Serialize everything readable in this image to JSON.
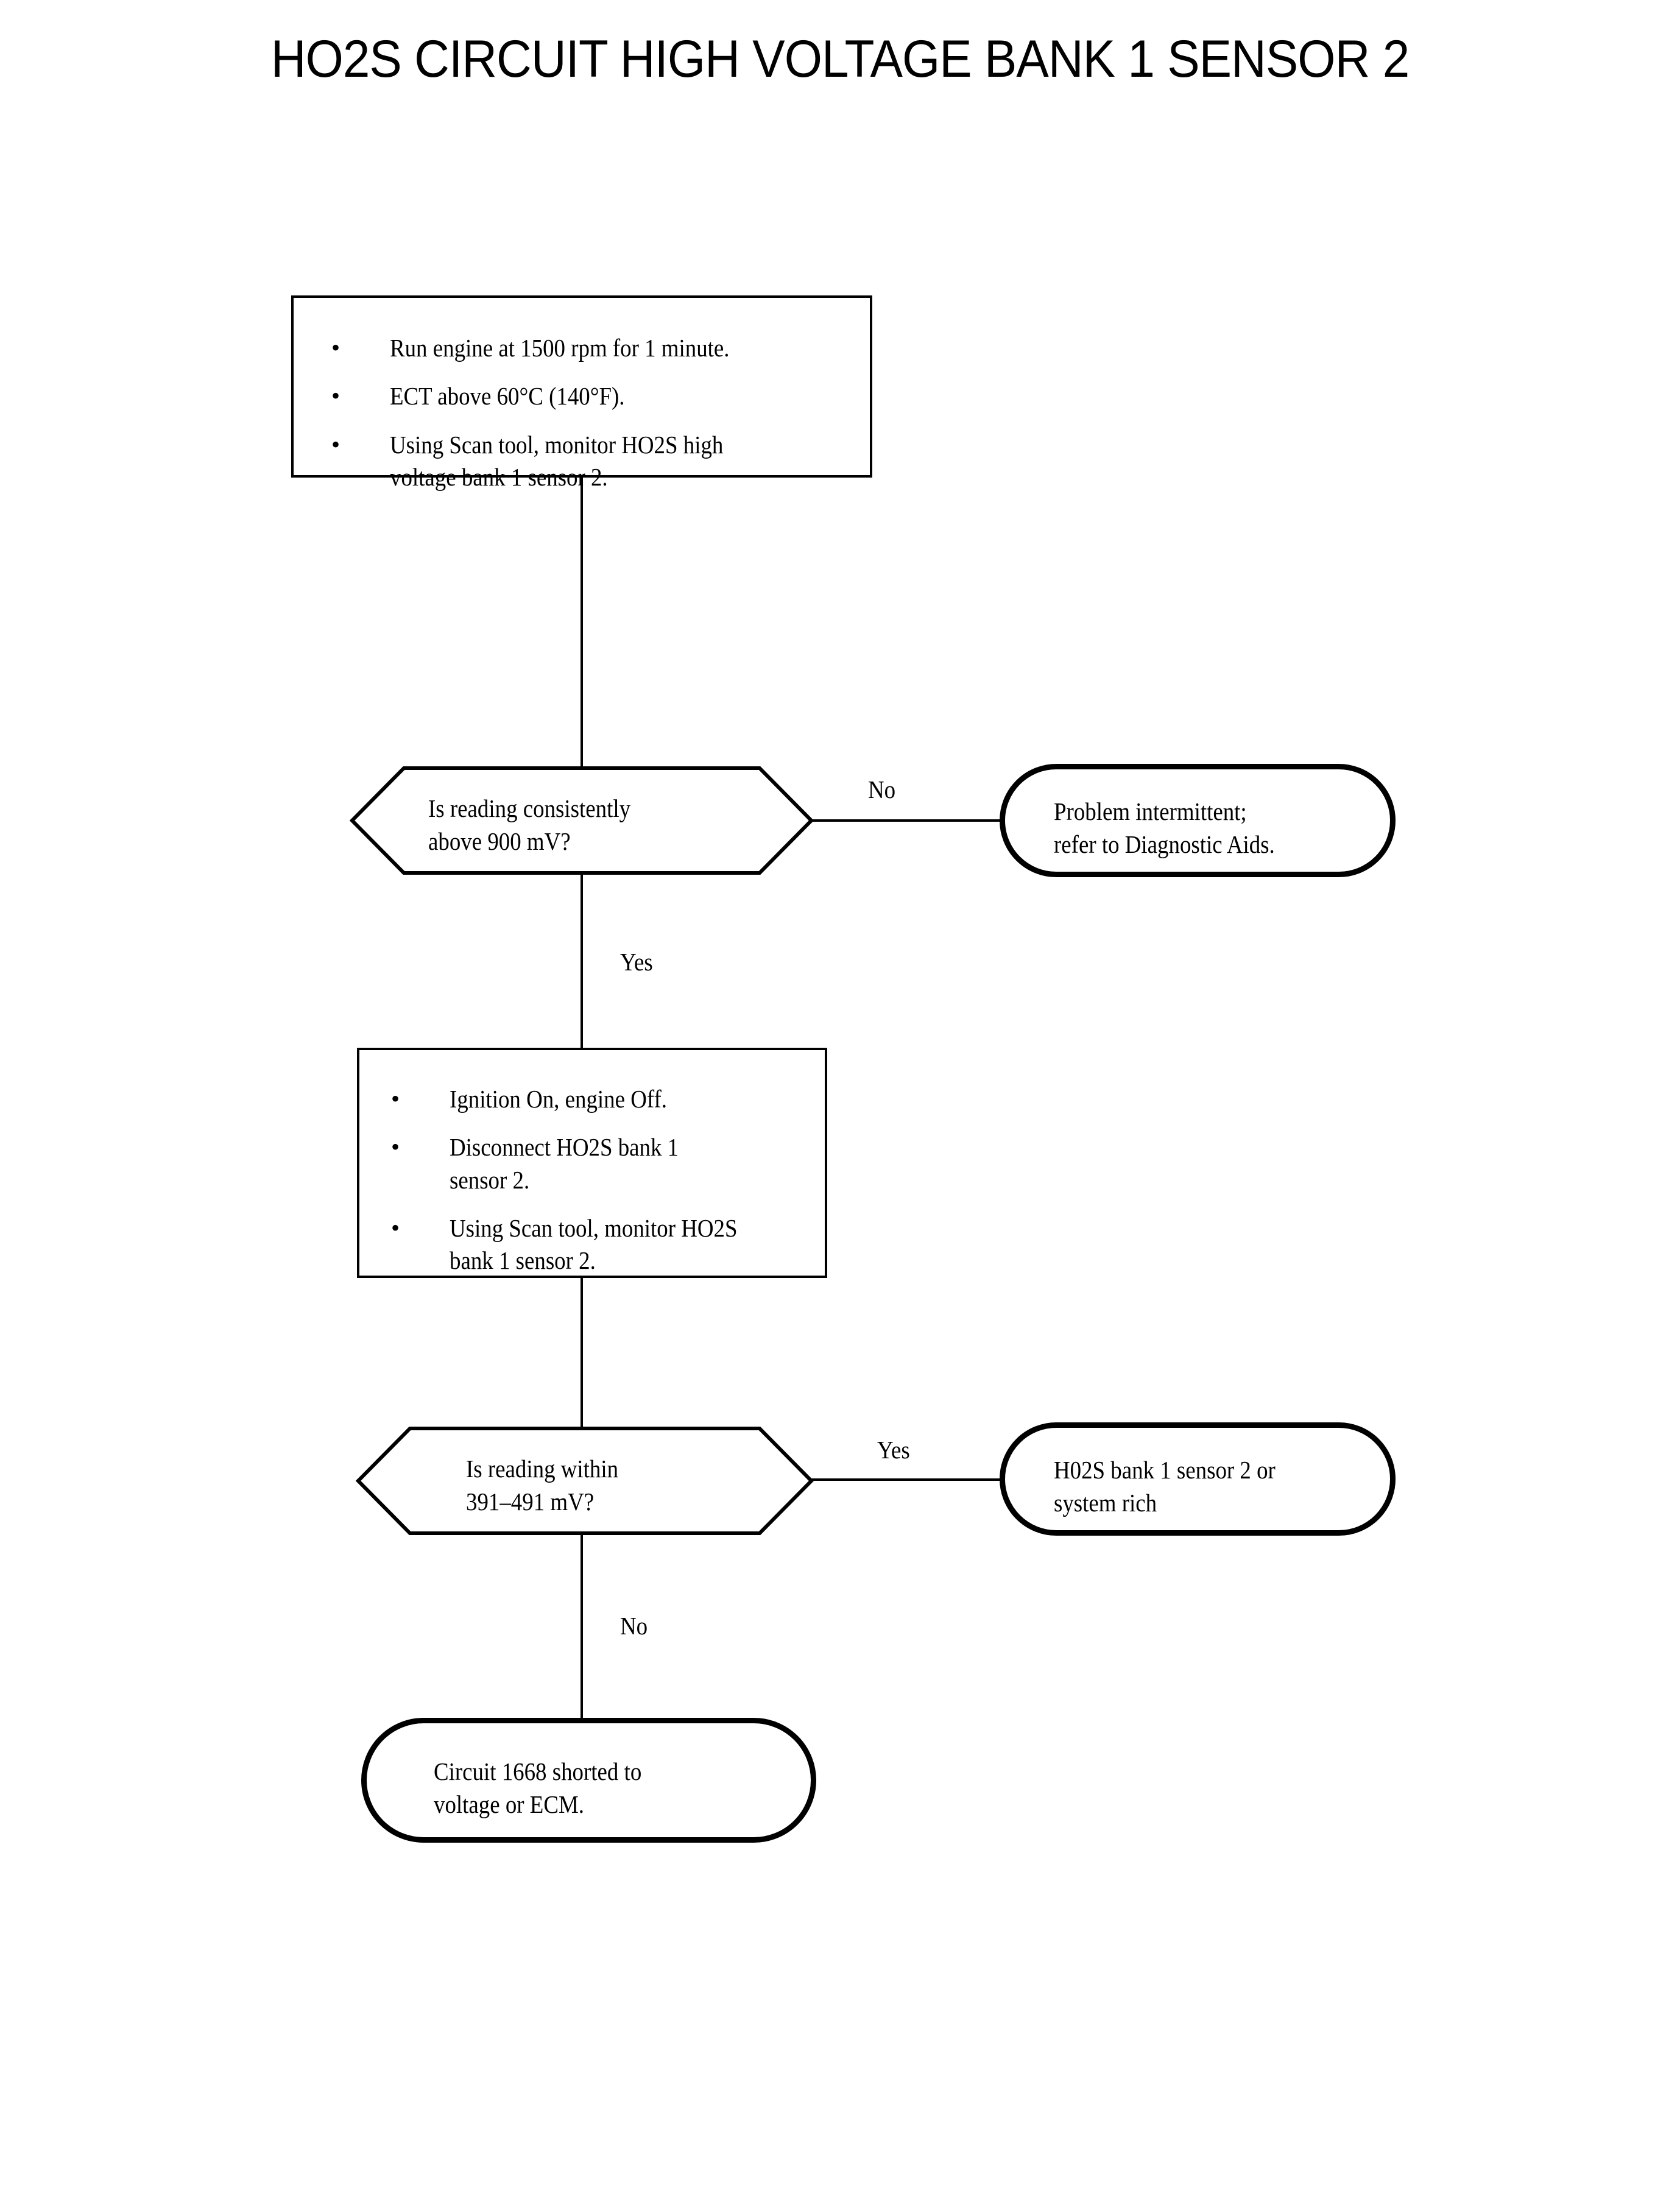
{
  "page": {
    "title": "HO2S CIRCUIT HIGH VOLTAGE BANK 1 SENSOR 2",
    "background_color": "#ffffff",
    "ink_color": "#000000"
  },
  "flowchart": {
    "type": "diagnostic-flowchart",
    "step1": {
      "shape": "process",
      "bullets": [
        "Run engine at 1500 rpm for 1 minute.",
        "ECT above 60°C (140°F).",
        "Using Scan tool, monitor HO2S high\nvoltage bank 1 sensor 2."
      ],
      "bullet_glyph": "•"
    },
    "decision1": {
      "shape": "decision",
      "text": "Is reading consistently\nabove 900 mV?",
      "yes_label": "Yes",
      "no_label": "No"
    },
    "outcome1": {
      "shape": "terminator",
      "text": "Problem intermittent;\nrefer to Diagnostic Aids."
    },
    "step2": {
      "shape": "process",
      "bullets": [
        "Ignition On, engine Off.",
        "Disconnect HO2S bank 1\nsensor 2.",
        "Using Scan tool, monitor HO2S\nbank 1 sensor 2."
      ],
      "bullet_glyph": "•"
    },
    "decision2": {
      "shape": "decision",
      "text": "Is reading within\n391–491 mV?",
      "yes_label": "Yes",
      "no_label": "No"
    },
    "outcome2": {
      "shape": "terminator",
      "text": "H02S bank 1 sensor 2 or\nsystem rich"
    },
    "outcome3": {
      "shape": "terminator",
      "text": "Circuit 1668 shorted to\nvoltage or ECM."
    }
  }
}
